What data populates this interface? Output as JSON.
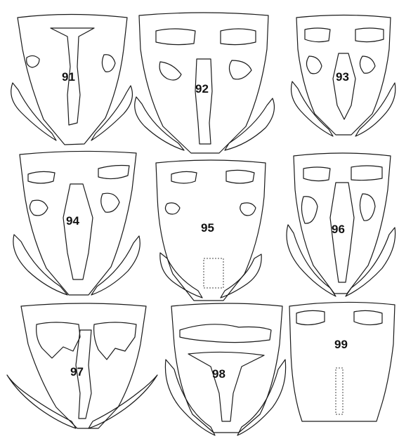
{
  "figures": [
    {
      "label": "91"
    },
    {
      "label": "92"
    },
    {
      "label": "93"
    },
    {
      "label": "94"
    },
    {
      "label": "95"
    },
    {
      "label": "96"
    },
    {
      "label": "97"
    },
    {
      "label": "98"
    },
    {
      "label": "99"
    }
  ]
}
